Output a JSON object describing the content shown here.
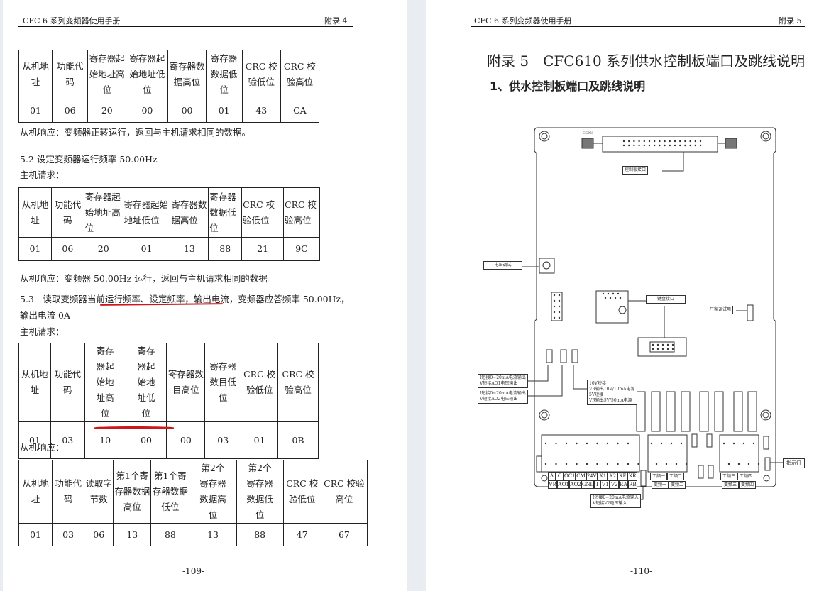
{
  "left_page": {
    "header_title": "CFC 6 系列变频器使用手册",
    "header_section": "附录 4",
    "table1": {
      "headers": [
        "从机地址",
        "功能代码",
        "寄存器起始地址高位",
        "寄存器起始地址低位",
        "寄存器数据高位",
        "寄存器数据低位",
        "CRC 校验低位",
        "CRC 校验高位"
      ],
      "values": [
        "01",
        "06",
        "20",
        "00",
        "00",
        "01",
        "43",
        "CA"
      ]
    },
    "response1": "从机响应：变频器正转运行，返回与主机请求相同的数据。",
    "section_5_2": "5.2 设定变频器运行频率 50.00Hz",
    "request_label_1": "主机请求：",
    "table2": {
      "headers": [
        "从机地址",
        "功能代码",
        "寄存器起始地址高位",
        "寄存器起始地址低位",
        "寄存器数据高位",
        "寄存器数据低位",
        "CRC 校验低位",
        "CRC 校验高位"
      ],
      "values": [
        "01",
        "06",
        "20",
        "01",
        "13",
        "88",
        "21",
        "9C"
      ]
    },
    "response2": "从机响应：变频器 50.00Hz 运行，返回与主机请求相同的数据。",
    "section_5_3": "5.3　读取变频器当前运行频率、设定频率，输出电流，变频器应答频率 50.00Hz，",
    "section_5_3_cont": "输出电流 0A",
    "request_label_2": "主机请求：",
    "table3": {
      "headers": [
        "从机地址",
        "功能代码",
        "寄存器起始地址高位",
        "寄存器起始地址低位",
        "寄存器数目高位",
        "寄存器数目低位",
        "CRC 校验低位",
        "CRC 校验高位"
      ],
      "values": [
        "01",
        "03",
        "10",
        "00",
        "00",
        "03",
        "01",
        "0B"
      ]
    },
    "response_label": "从机响应：",
    "table4": {
      "headers": [
        "从机地址",
        "功能代码",
        "读取字节数",
        "第1个寄存器数据高位",
        "第1个寄存器数据低位",
        "第2个寄存器数据高位",
        "第2个寄存器数据低位",
        "CRC 校验低位",
        "CRC 校验高位"
      ],
      "values": [
        "01",
        "03",
        "06",
        "13",
        "88",
        "13",
        "88",
        "47",
        "67"
      ]
    },
    "page_number": "-109-"
  },
  "right_page": {
    "header_title": "CFC 6 系列变频器使用手册",
    "header_section": "附录 5",
    "title": "附录 5　CFC610 系列供水控制板端口及跳线说明",
    "subtitle": "1、供水控制板端口及跳线说明",
    "diagram": {
      "con8": "CON8",
      "control_board_port": "控制板接口",
      "voltage_adjust": "电压调试",
      "keyboard_port": "键盘接口",
      "factory_debug": "厂家调试用",
      "ao1_note": [
        "I短接0~20mA电流输出",
        "V短接AO1电压输出"
      ],
      "ao2_note": [
        "I短接0~20mA电流输出",
        "V短接AO2电压输出"
      ],
      "vr_note": [
        "10V短接",
        "VR输出10V/10mA电源",
        "5V短接",
        "VR输出5V/50mA电源"
      ],
      "v2_note": [
        "I短接0~20mA电流输入",
        "V短接V2电压输入"
      ],
      "indicator": "指示灯",
      "terminals_top": [
        "A",
        "C",
        "OC1",
        "CM",
        "24V",
        "X1",
        "X2",
        "XF",
        "XR"
      ],
      "terminals_bottom": [
        "VR",
        "AO1",
        "AO2",
        "GND",
        "I",
        "V1",
        "V2",
        "RA",
        "RB"
      ],
      "relay_top": [
        "工频一",
        "工频二",
        "工频三",
        "工频四"
      ],
      "relay_bottom": [
        "变频一",
        "变频二",
        "变频三",
        "变频四"
      ]
    },
    "page_number": "-110-"
  }
}
